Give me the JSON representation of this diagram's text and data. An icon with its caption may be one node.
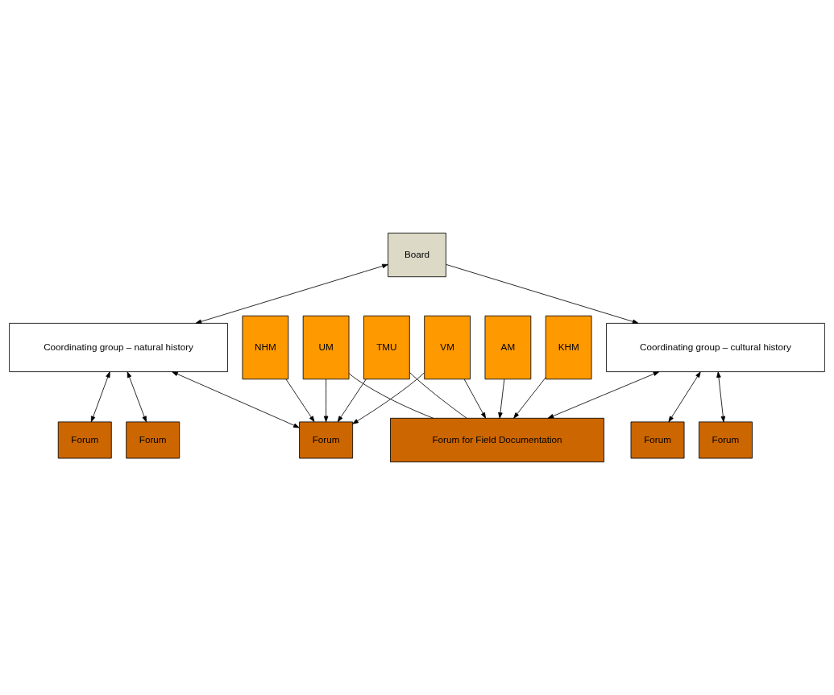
{
  "diagram": {
    "nodes": [
      {
        "text": [
          "Board"
        ]
      },
      {
        "text": [
          "Coordinating group – natural history"
        ]
      },
      {
        "text": [
          "Coordinating group – cultural history"
        ]
      },
      {
        "text": [
          "Forum"
        ]
      },
      {
        "text": [
          "Forum"
        ]
      },
      {
        "text": [
          "Forum"
        ]
      },
      {
        "text": [
          "Forum"
        ]
      },
      {
        "text": [
          "Forum"
        ]
      },
      {
        "text": [
          "Forum for Field Documentation"
        ]
      },
      {
        "text": [
          "NHM"
        ]
      },
      {
        "text": [
          "UM"
        ]
      },
      {
        "text": [
          "TMU"
        ]
      },
      {
        "text": [
          "VM"
        ]
      },
      {
        "text": [
          "AM"
        ]
      },
      {
        "text": [
          "KHM"
        ]
      }
    ],
    "edges": [
      {
        "from": 0,
        "to": 1,
        "arrow": "both"
      },
      {
        "from": 0,
        "to": 2,
        "arrow": "to"
      },
      {
        "from": 1,
        "to": 3,
        "arrow": "both"
      },
      {
        "from": 1,
        "to": 4,
        "arrow": "both"
      },
      {
        "from": 1,
        "to": 5,
        "arrow": "both"
      },
      {
        "from": 2,
        "to": 6,
        "arrow": "both"
      },
      {
        "from": 2,
        "to": 7,
        "arrow": "both"
      },
      {
        "from": 2,
        "to": 8,
        "arrow": "both"
      },
      {
        "from": 9,
        "to": 5,
        "arrow": "to"
      },
      {
        "from": 10,
        "to": 5,
        "arrow": "to"
      },
      {
        "from": 10,
        "to": 8,
        "arrow": "none"
      },
      {
        "from": 11,
        "to": 5,
        "arrow": "to"
      },
      {
        "from": 11,
        "to": 8,
        "arrow": "none"
      },
      {
        "from": 12,
        "to": 5,
        "arrow": "to"
      },
      {
        "from": 12,
        "to": 8,
        "arrow": "to"
      },
      {
        "from": 13,
        "to": 8,
        "arrow": "to"
      },
      {
        "from": 14,
        "to": 8,
        "arrow": "to"
      }
    ]
  }
}
